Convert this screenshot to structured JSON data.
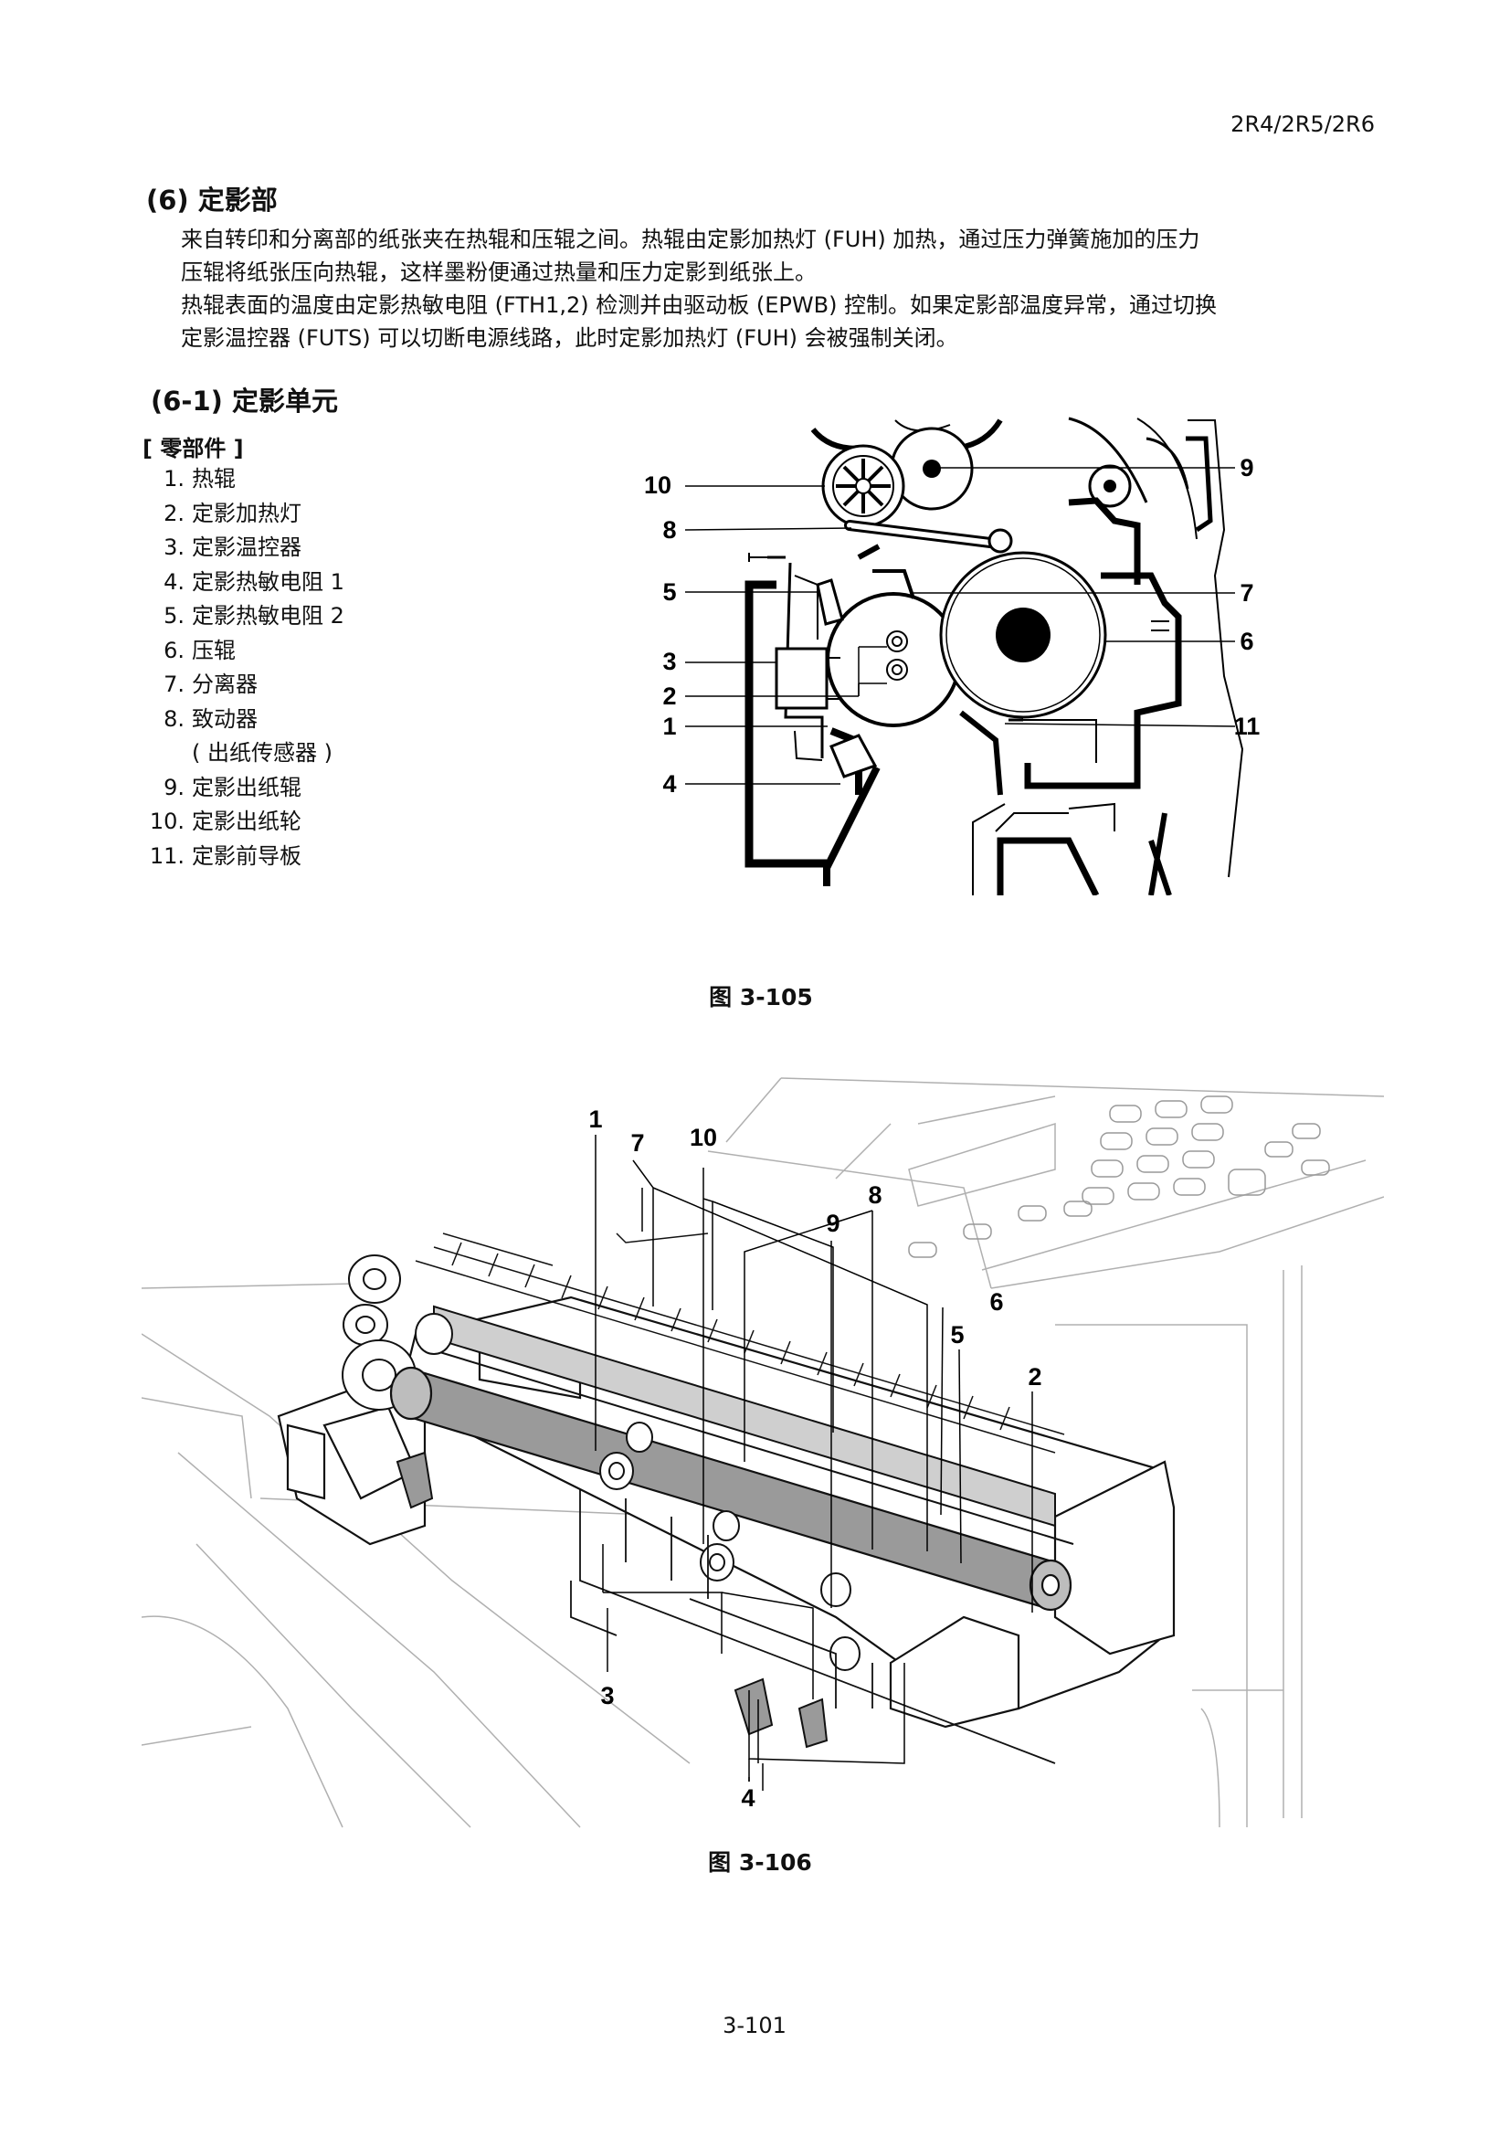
{
  "header": {
    "model": "2R4/2R5/2R6"
  },
  "section": {
    "title": "(6) 定影部",
    "paragraphs": [
      "来自转印和分离部的纸张夹在热辊和压辊之间。热辊由定影加热灯 (FUH) 加热，通过压力弹簧施加的压力",
      "压辊将纸张压向热辊，这样墨粉便通过热量和压力定影到纸张上。",
      "热辊表面的温度由定影热敏电阻 (FTH1,2) 检测并由驱动板 (EPWB) 控制。如果定影部温度异常，通过切换",
      "定影温控器 (FUTS) 可以切断电源线路，此时定影加热灯 (FUH) 会被强制关闭。"
    ]
  },
  "subsection": {
    "title": "(6-1) 定影单元",
    "parts_heading": "[ 零部件 ]",
    "parts": [
      {
        "num": "1.",
        "label": "热辊"
      },
      {
        "num": "2.",
        "label": "定影加热灯"
      },
      {
        "num": "3.",
        "label": "定影温控器"
      },
      {
        "num": "4.",
        "label": "定影热敏电阻 1"
      },
      {
        "num": "5.",
        "label": "定影热敏电阻 2"
      },
      {
        "num": "6.",
        "label": "压辊"
      },
      {
        "num": "7.",
        "label": "分离器"
      },
      {
        "num": "8.",
        "label": "致动器"
      },
      {
        "num": "",
        "label": "( 出纸传感器 )"
      },
      {
        "num": "9.",
        "label": "定影出纸辊"
      },
      {
        "num": "10.",
        "label": "定影出纸轮"
      },
      {
        "num": "11.",
        "label": "定影前导板"
      }
    ]
  },
  "figure1": {
    "caption": "图 3-105",
    "callouts": {
      "c10": "10",
      "c8": "8",
      "c5": "5",
      "c3": "3",
      "c2": "2",
      "c1": "1",
      "c4": "4",
      "c9": "9",
      "c7": "7",
      "c6": "6",
      "c11": "11"
    }
  },
  "figure2": {
    "caption": "图 3-106",
    "callouts": {
      "c1": "1",
      "c7": "7",
      "c10": "10",
      "c8": "8",
      "c9": "9",
      "c6": "6",
      "c5": "5",
      "c2": "2",
      "c3": "3",
      "c4": "4"
    }
  },
  "footer": {
    "page": "3-101"
  }
}
